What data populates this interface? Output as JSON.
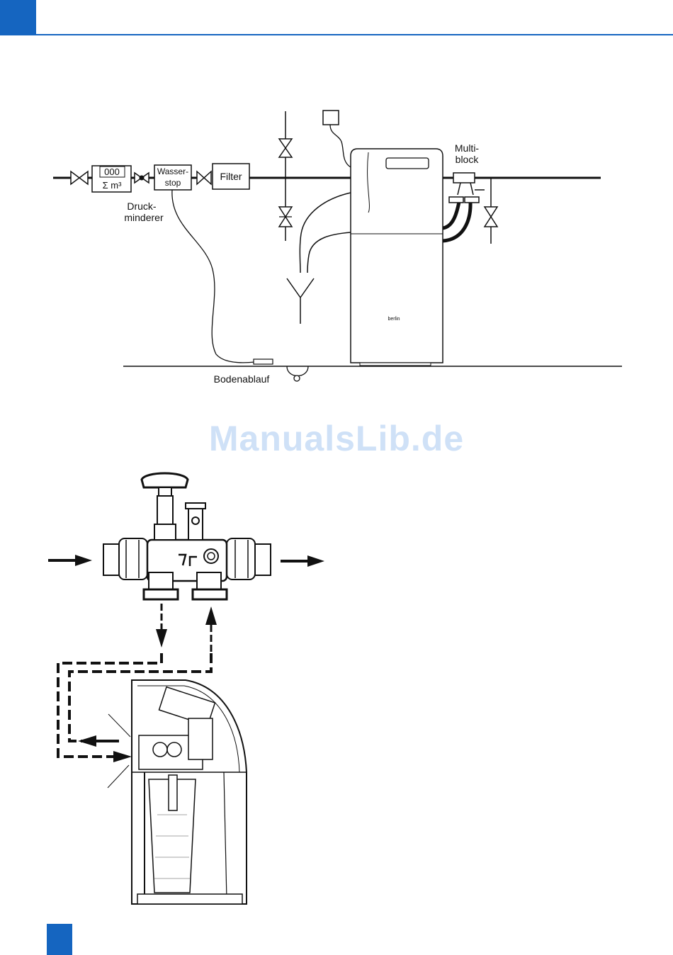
{
  "header": {
    "accent_color": "#1565c0"
  },
  "watermark": {
    "text": "ManualsLib.de",
    "color": "#cfe1f7"
  },
  "installation_diagram": {
    "meter": {
      "digits": "000",
      "unit": "Σ  m³"
    },
    "wasserstop": {
      "line1": "Wasser-",
      "line2": "stop"
    },
    "filter": {
      "label": "Filter"
    },
    "druckminderer": {
      "line1": "Druck-",
      "line2": "minderer"
    },
    "multiblock": {
      "line1": "Multi-",
      "line2": "block"
    },
    "bodenablauf": {
      "label": "Bodenablauf"
    },
    "brand_mark": "berlin"
  },
  "multiblock_diagram": {
    "description_icons": [
      "inlet-arrow",
      "outlet-arrow",
      "to-softener-arrow",
      "from-softener-arrow"
    ]
  }
}
